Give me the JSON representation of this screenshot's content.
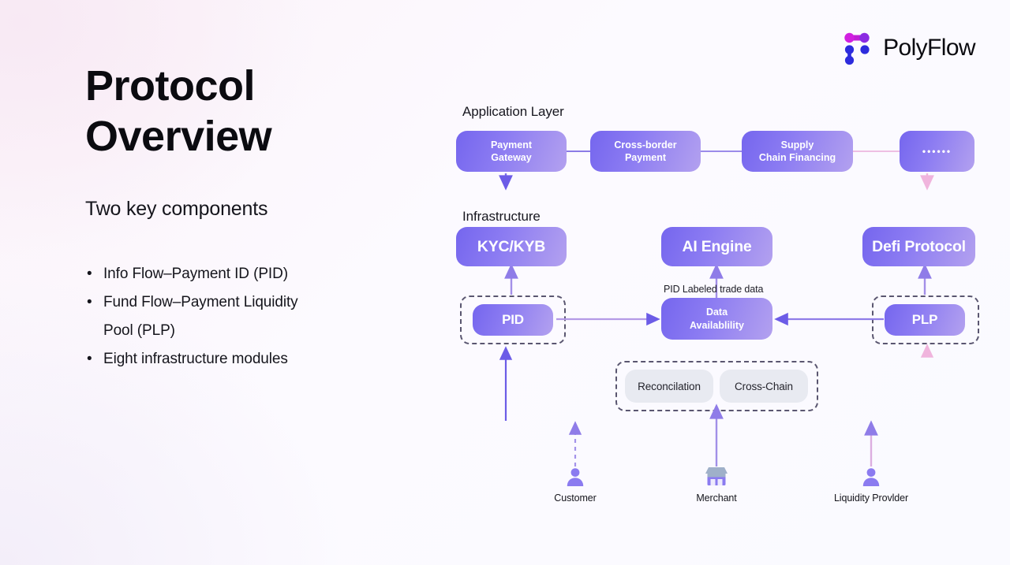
{
  "slide": {
    "title": "Protocol\nOverview",
    "subtitle": "Two key components",
    "bullet_marker": "•",
    "bullets": [
      "Info Flow–Payment ID (PID)",
      "Fund Flow–Payment Liquidity Pool (PLP)",
      "Eight infrastructure modules"
    ]
  },
  "brand": {
    "name": "PolyFlow",
    "logo_icon": "polyflow-logo-icon",
    "colors": {
      "magenta": "#d11fe0",
      "purple": "#8b2be2",
      "blue": "#2d2bdd",
      "accent_gradient_start": "#7566ee",
      "accent_gradient_end": "#b3a1ef",
      "pink_edge": "#f3b7e0",
      "purple_edge": "#6c5ce7",
      "grey_node": "#e8eaf1"
    }
  },
  "diagram": {
    "application_layer": {
      "label": "Application Layer",
      "nodes": [
        {
          "label": "Payment\nGateway"
        },
        {
          "label": "Cross-border\nPayment"
        },
        {
          "label": "Supply\nChain Financing"
        },
        {
          "label": "••••••"
        }
      ]
    },
    "infrastructure_layer": {
      "label": "Infrastructure",
      "nodes": [
        {
          "label": "KYC/KYB"
        },
        {
          "label": "AI Engine"
        },
        {
          "label": "Defi Protocol"
        }
      ]
    },
    "core_nodes": [
      {
        "label": "PID"
      },
      {
        "label": "Data\nAvailablility"
      },
      {
        "label": "PLP"
      }
    ],
    "module_nodes": [
      {
        "label": "Reconcilation"
      },
      {
        "label": "Cross-Chain"
      }
    ],
    "annotations": [
      {
        "label": "PID Labeled trade data"
      }
    ],
    "actors": [
      {
        "label": "Customer",
        "icon": "person-icon"
      },
      {
        "label": "Merchant",
        "icon": "store-icon"
      },
      {
        "label": "Liquidity Provlder",
        "icon": "person-icon"
      }
    ]
  }
}
